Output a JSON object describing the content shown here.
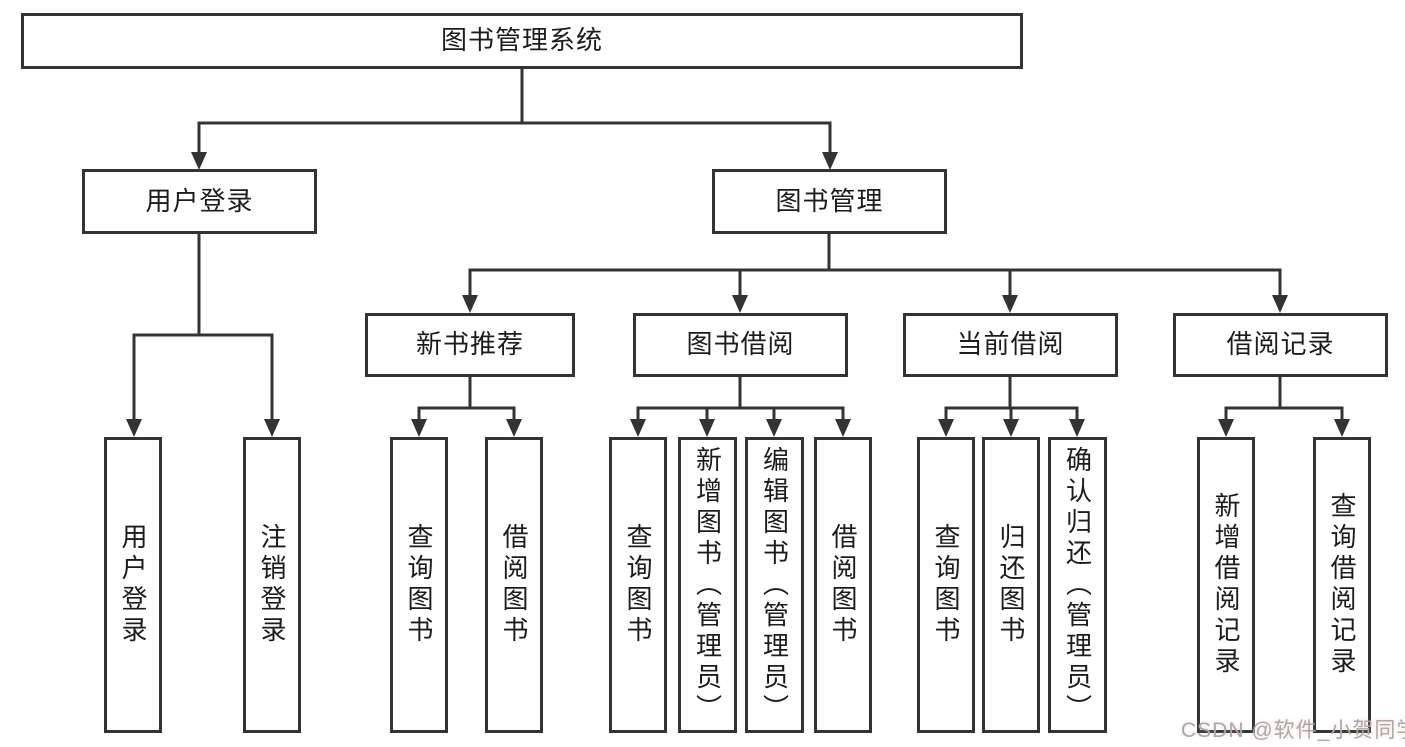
{
  "colors": {
    "line": "#333333",
    "box_border": "#333333",
    "text": "#1c1c1c",
    "watermark": "#a9a9a9",
    "background": "#ffffff"
  },
  "watermark": {
    "text": "CSDN @软件_小贺同学"
  },
  "tree": {
    "root": {
      "label": "图书管理系统"
    },
    "level2": [
      {
        "label": "用户登录",
        "children": [
          {
            "label": "用户登录"
          },
          {
            "label": "注销登录"
          }
        ]
      },
      {
        "label": "图书管理",
        "children": [
          {
            "label": "新书推荐",
            "children": [
              {
                "label": "查询图书"
              },
              {
                "label": "借阅图书"
              }
            ]
          },
          {
            "label": "图书借阅",
            "children": [
              {
                "label": "查询图书"
              },
              {
                "label": "新增图书（管理员）"
              },
              {
                "label": "编辑图书（管理员）"
              },
              {
                "label": "借阅图书"
              }
            ]
          },
          {
            "label": "当前借阅",
            "children": [
              {
                "label": "查询图书"
              },
              {
                "label": "归还图书"
              },
              {
                "label": "确认归还（管理员）"
              }
            ]
          },
          {
            "label": "借阅记录",
            "children": [
              {
                "label": "新增借阅记录"
              },
              {
                "label": "查询借阅记录"
              }
            ]
          }
        ]
      }
    ]
  }
}
